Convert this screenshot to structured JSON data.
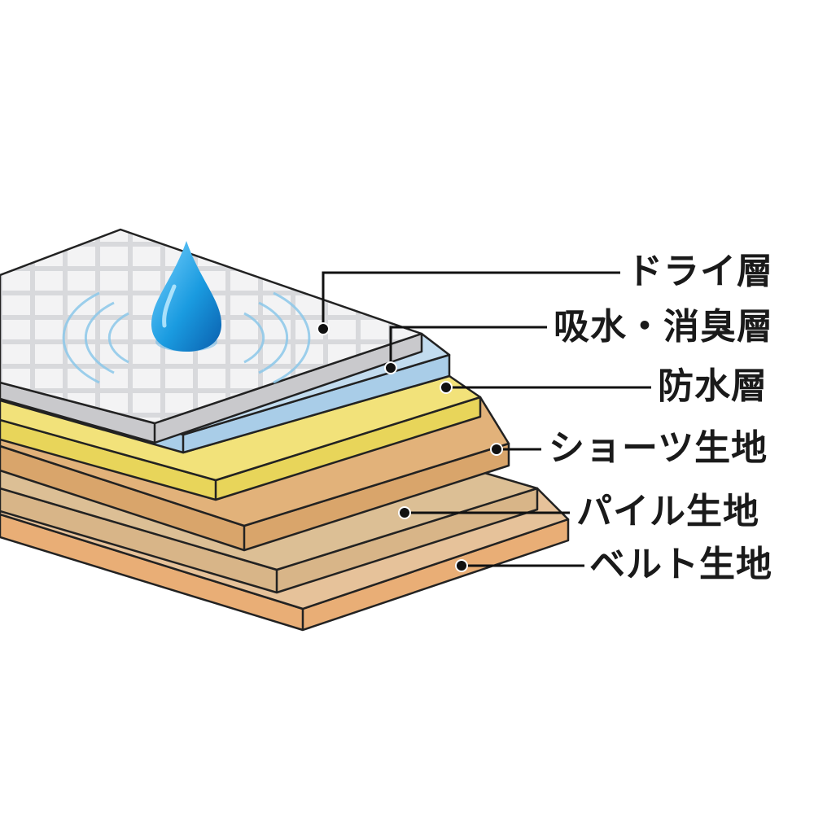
{
  "labels": {
    "dry_layer": "ドライ層",
    "absorb_layer": "吸水・消臭層",
    "waterproof_layer": "防水層",
    "shorts_fabric": "ショーツ生地",
    "pile_fabric": "パイル生地",
    "belt_fabric": "ベルト生地"
  },
  "colors": {
    "dry": "#e6e6e8",
    "absorb": "#a9cde8",
    "waterproof": "#efe070",
    "shorts": "#d9a56b",
    "pile": "#d8b588",
    "belt": "#e9ae76",
    "drop": "#1a9be0"
  },
  "icons": [
    "water-drop-icon",
    "ripple-icon"
  ]
}
